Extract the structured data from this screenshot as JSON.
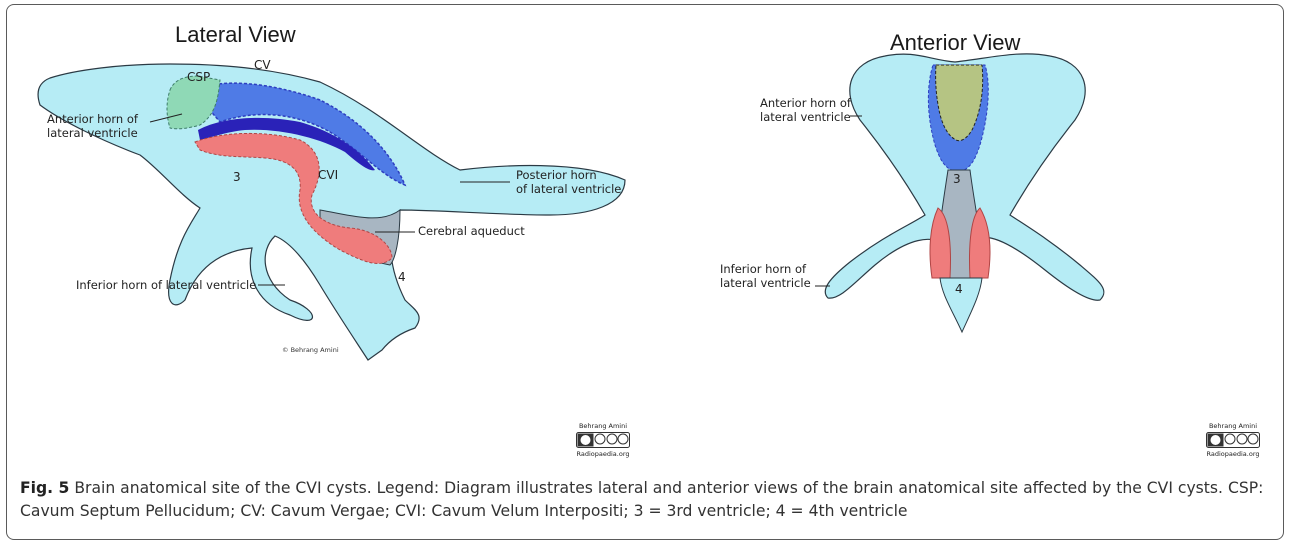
{
  "lateral": {
    "title": "Lateral View",
    "labels": {
      "csp": "CSP",
      "cv": "CV",
      "cvi": "CVI",
      "third": "3",
      "fourth": "4",
      "anterior_horn": "Anterior horn of\nlateral ventricle",
      "posterior_horn": "Posterior horn\nof lateral ventricle",
      "cerebral_aqueduct": "Cerebral aqueduct",
      "inferior_horn": "Inferior horn of lateral ventricle"
    },
    "credit": "© Behrang Amini"
  },
  "anterior": {
    "title": "Anterior View",
    "labels": {
      "third": "3",
      "fourth": "4",
      "anterior_horn": "Anterior horn of\nlateral ventricle",
      "inferior_horn": "Inferior horn of\nlateral ventricle"
    }
  },
  "license_badge": {
    "author": "Behrang Amini",
    "site": "Radiopaedia.org",
    "badge_text": "cc BY NC SA"
  },
  "caption": {
    "fig_label": "Fig. 5",
    "text": " Brain anatomical site of the CVI cysts. Legend: Diagram illustrates lateral and anterior views of the brain anatomical site affected by the CVI cysts. CSP: Cavum Septum Pellucidum; CV: Cavum Vergae; CVI: Cavum Velum Interpositi; 3 = 3rd ventricle; 4 = 4th ventricle"
  },
  "colors": {
    "ventricle": "#b6ecf5",
    "csp": "#8fd9b6",
    "cv": "#4f7be6",
    "cv_dark": "#2a22b8",
    "cvi": "#ef7c7c",
    "aqueduct": "#a8b6c2",
    "anterior_csp": "#b5c483"
  }
}
